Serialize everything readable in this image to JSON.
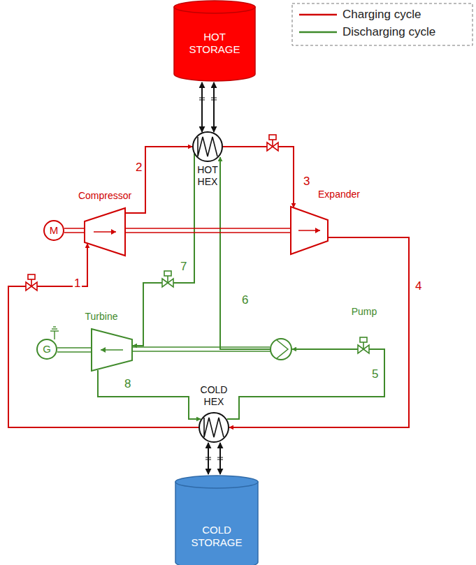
{
  "diagram": {
    "nodes": [
      {
        "text": [
          "HOT STORAGE"
        ]
      },
      {
        "text": [
          "HOT HEX"
        ]
      },
      {
        "text": [
          "M"
        ]
      },
      {
        "text": [
          "Compressor"
        ]
      },
      {
        "text": [
          "Expander"
        ]
      },
      {
        "text": [
          "Turbine"
        ]
      },
      {
        "text": [
          "Pump"
        ]
      },
      {
        "text": [
          "G"
        ]
      },
      {
        "text": [
          "COLD HEX"
        ]
      },
      {
        "text": [
          "COLD STORAGE"
        ]
      }
    ],
    "edges": [
      {
        "from": 3,
        "to": 1,
        "label": "2",
        "arrow": "to"
      },
      {
        "from": 1,
        "to": 4,
        "label": "3",
        "arrow": "to"
      },
      {
        "from": 4,
        "to": 8,
        "label": "4",
        "arrow": "to"
      },
      {
        "from": 8,
        "to": 3,
        "label": "1",
        "arrow": "to"
      },
      {
        "from": 6,
        "to": 1,
        "label": "6",
        "arrow": "to"
      },
      {
        "from": 1,
        "to": 5,
        "label": "7",
        "arrow": "to"
      },
      {
        "from": 5,
        "to": 8,
        "label": "8",
        "arrow": "to"
      },
      {
        "from": 8,
        "to": 6,
        "label": "5",
        "arrow": "to"
      },
      {
        "from": 0,
        "to": 1,
        "arrow": "both"
      },
      {
        "from": 0,
        "to": 1,
        "arrow": "both"
      },
      {
        "from": 8,
        "to": 9,
        "arrow": "both"
      },
      {
        "from": 8,
        "to": 9,
        "arrow": "both"
      },
      {
        "from": 2,
        "to": 3,
        "arrow": "none"
      },
      {
        "from": 3,
        "to": 4,
        "arrow": "none"
      },
      {
        "from": 7,
        "to": 5,
        "arrow": "none"
      },
      {
        "from": 5,
        "to": 6,
        "arrow": "none"
      }
    ],
    "legend": [
      {
        "text": "Charging cycle"
      },
      {
        "text": "Discharging cycle"
      }
    ]
  }
}
